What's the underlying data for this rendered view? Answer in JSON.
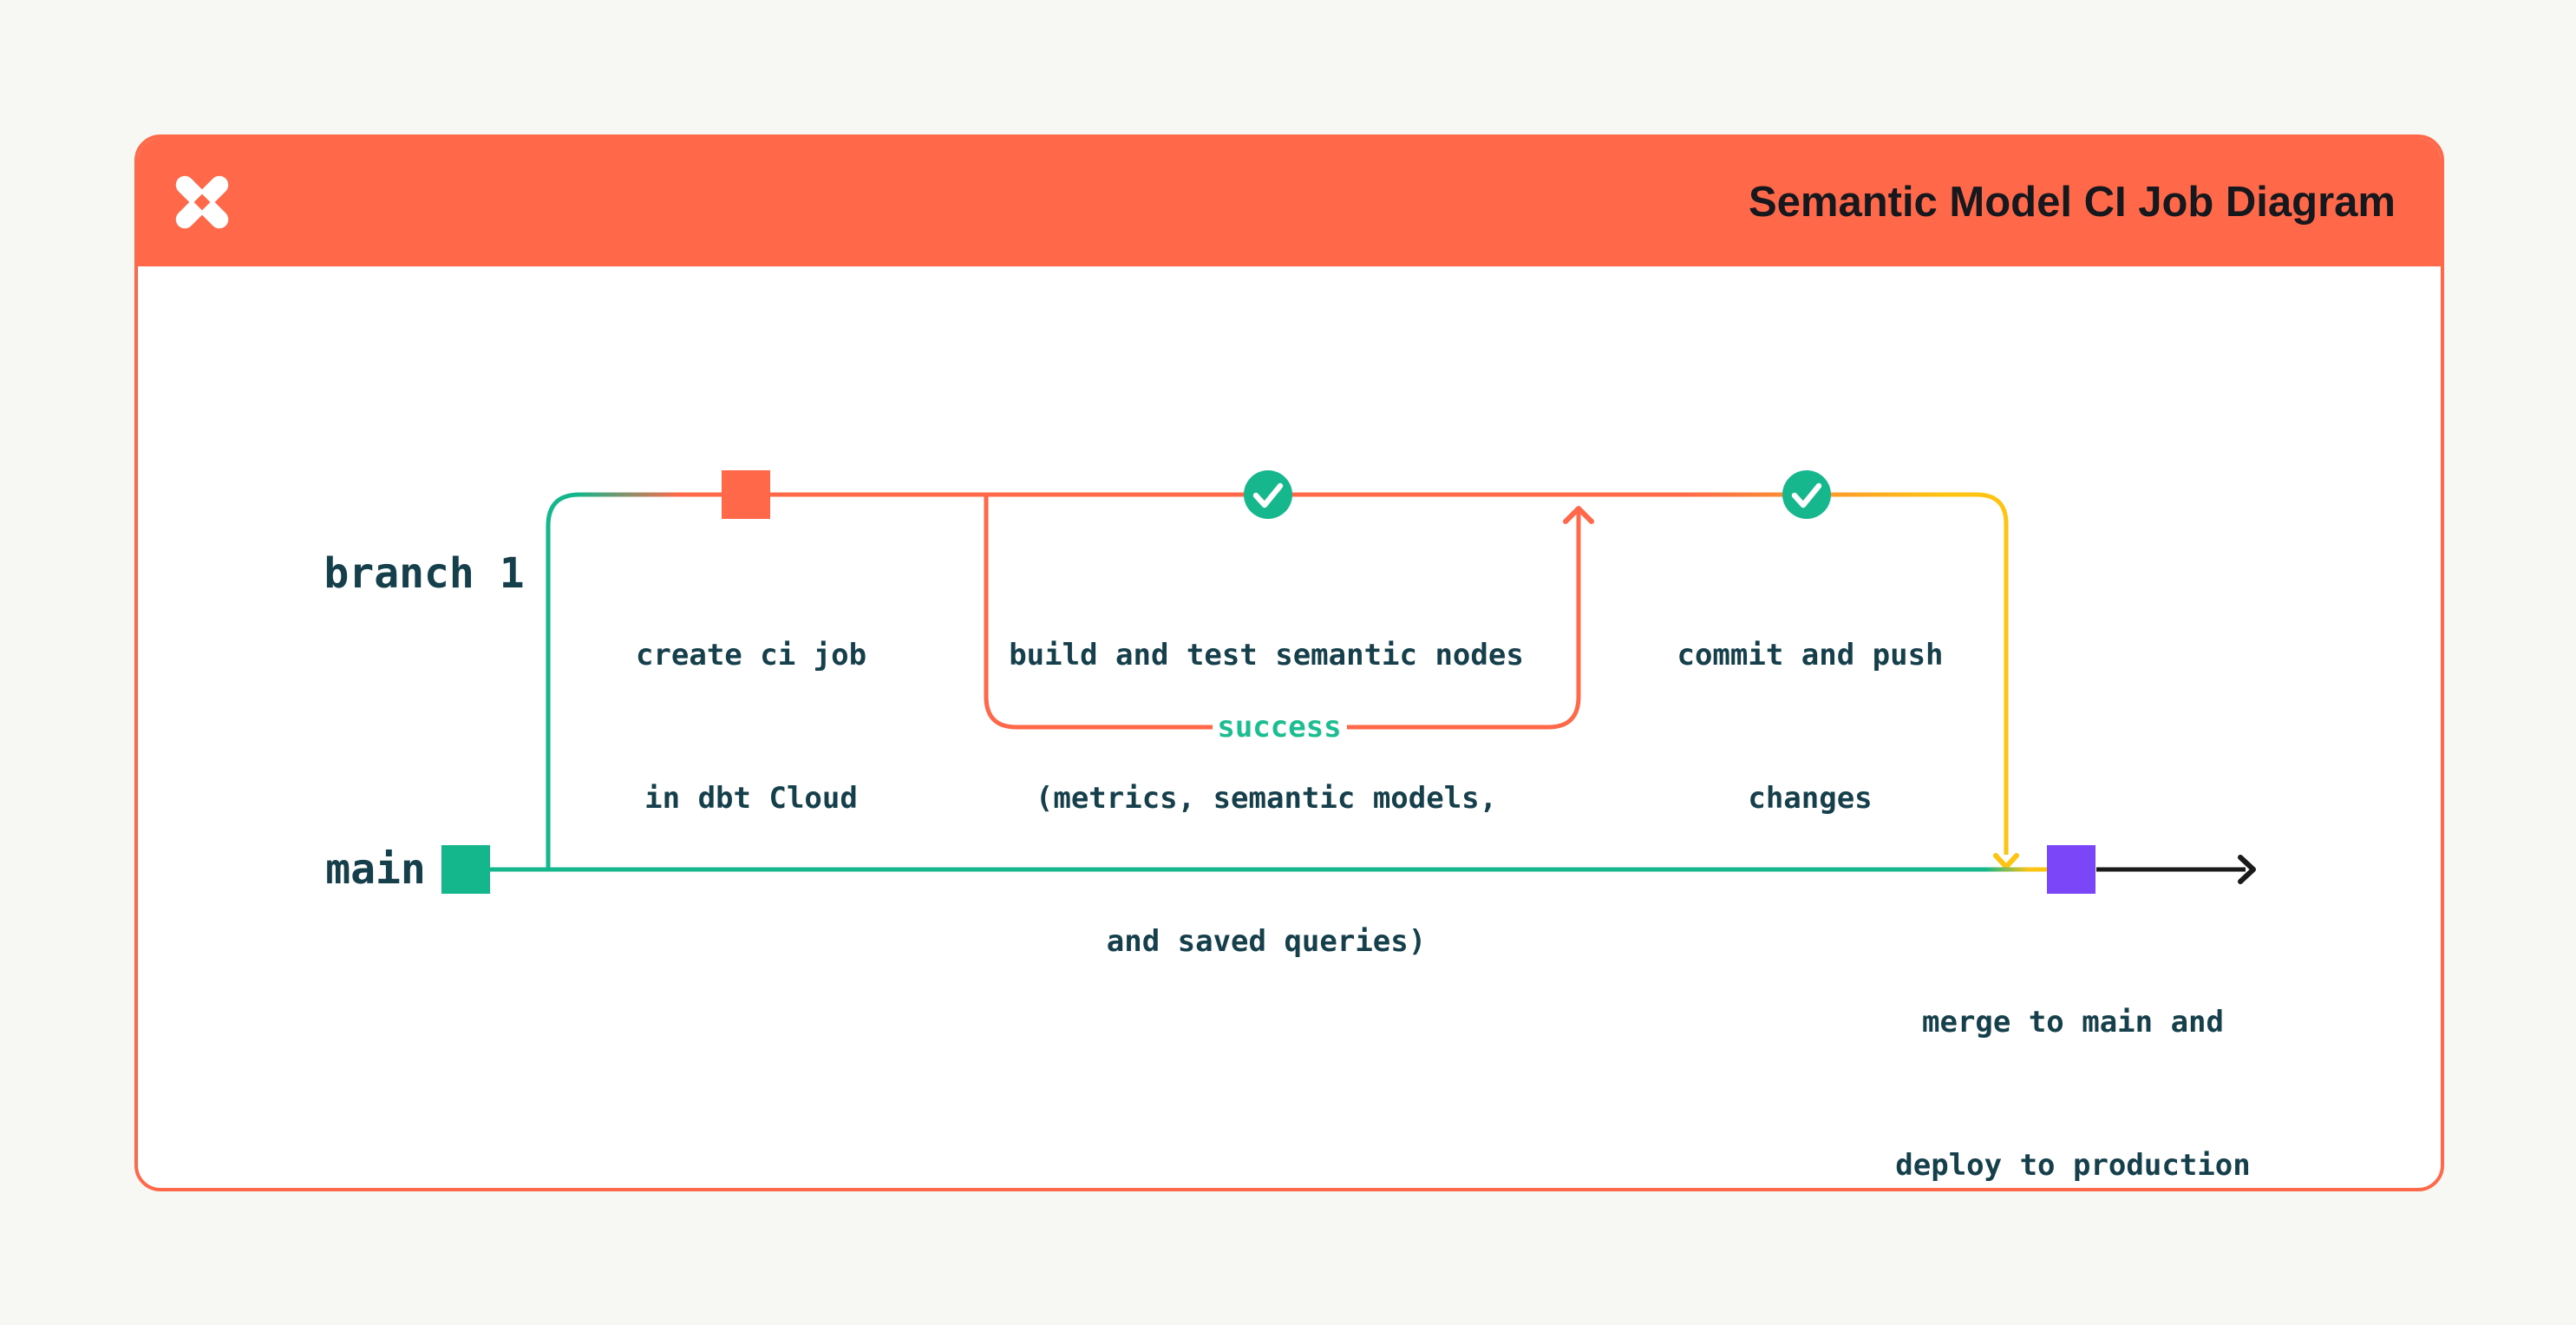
{
  "header": {
    "title": "Semantic Model CI Job Diagram"
  },
  "branches": {
    "branch1_label": "branch 1",
    "main_label": "main"
  },
  "nodes": {
    "create_ci": {
      "lines": [
        "create ci job",
        "in dbt Cloud"
      ]
    },
    "build_test": {
      "lines": [
        "build and test semantic nodes",
        "(metrics, semantic models,",
        "and saved queries)"
      ]
    },
    "commit_push": {
      "lines": [
        "commit and push",
        "changes"
      ]
    },
    "merge_deploy": {
      "lines": [
        "merge to main and",
        "deploy to production"
      ]
    }
  },
  "loop": {
    "label": "success"
  },
  "icons": {
    "logo": "dbt-logo",
    "check": "check-circle"
  },
  "colors": {
    "page_bg": "#F7F7F3",
    "card_bg": "#FFFFFF",
    "coral": "#FF694A",
    "green": "#14B68B",
    "circle_green": "#17B78E",
    "yellow": "#FFC412",
    "purple": "#7B46F8",
    "ink": "#163F4C",
    "success_green": "#1CBD90",
    "black": "#1A1A1A",
    "white": "#FFFFFF",
    "title_ink": "#16181D"
  }
}
